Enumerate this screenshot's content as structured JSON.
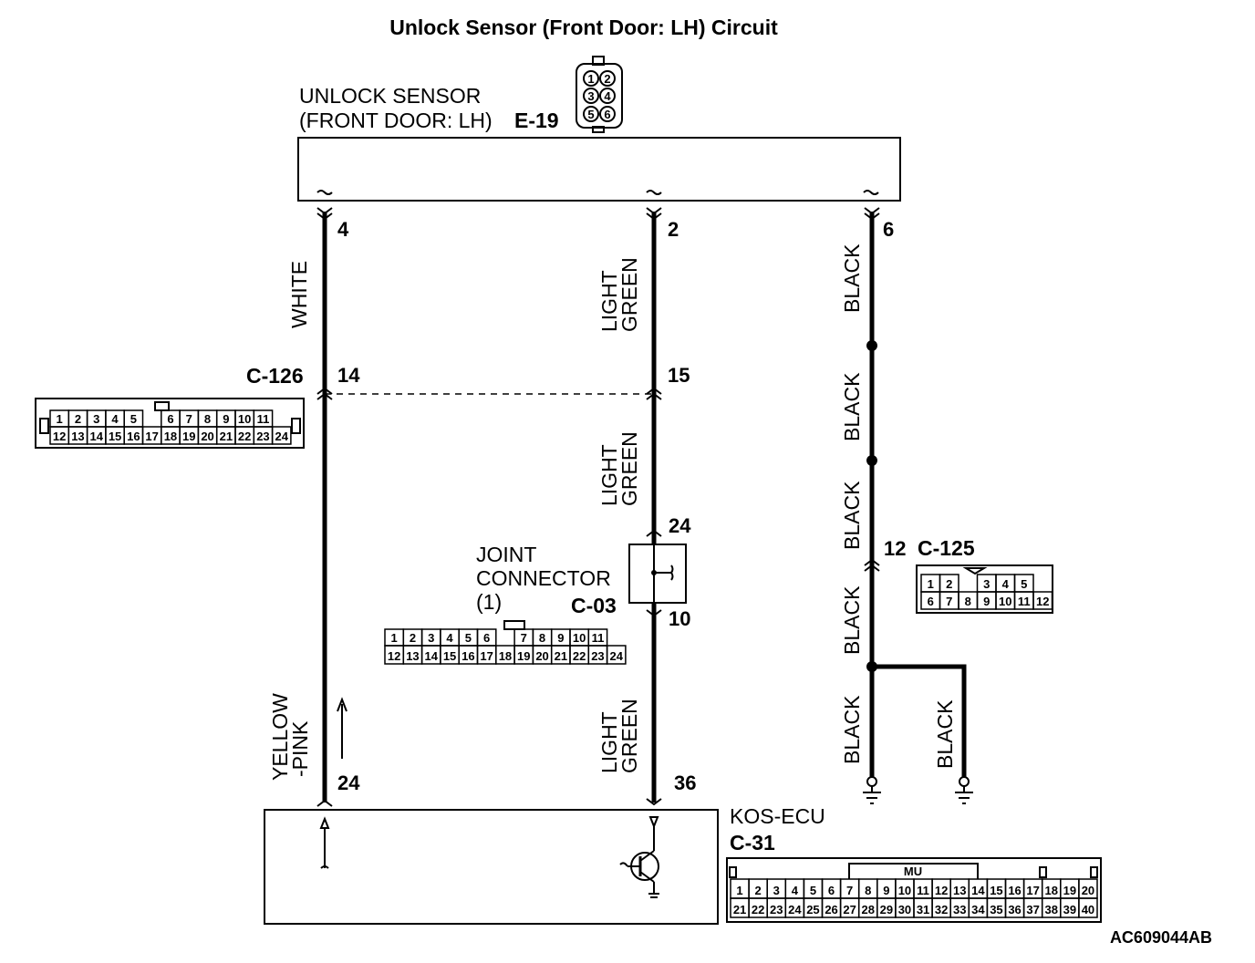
{
  "title": "Unlock Sensor (Front Door: LH) Circuit",
  "sensor": {
    "label_line1": "UNLOCK SENSOR",
    "label_line2": "(FRONT DOOR: LH)",
    "connector_id": "E-19",
    "connector_pins": [
      "1",
      "2",
      "3",
      "4",
      "5",
      "6"
    ]
  },
  "pins": {
    "sensor_white": "4",
    "sensor_green": "2",
    "sensor_black": "6",
    "c126_white": "14",
    "c126_green": "15",
    "joint_in": "24",
    "joint_out": "10",
    "c125_pin": "12",
    "ecu_yellow": "24",
    "ecu_green": "36"
  },
  "wire_colors": {
    "white": "WHITE",
    "light_green_line1": "LIGHT",
    "light_green_line2": "GREEN",
    "black": "BLACK",
    "yellow_line1": "YELLOW",
    "yellow_line2": "-PINK"
  },
  "c126": {
    "id": "C-126",
    "row1": [
      "1",
      "2",
      "3",
      "4",
      "5",
      "",
      "6",
      "7",
      "8",
      "9",
      "10",
      "11"
    ],
    "row2": [
      "12",
      "13",
      "14",
      "15",
      "16",
      "17",
      "18",
      "19",
      "20",
      "21",
      "22",
      "23",
      "24"
    ]
  },
  "joint_connector": {
    "line1": "JOINT",
    "line2": "CONNECTOR",
    "line3": "(1)",
    "id": "C-03",
    "row1": [
      "1",
      "2",
      "3",
      "4",
      "5",
      "6",
      "",
      "7",
      "8",
      "9",
      "10",
      "11"
    ],
    "row2": [
      "12",
      "13",
      "14",
      "15",
      "16",
      "17",
      "18",
      "19",
      "20",
      "21",
      "22",
      "23",
      "24"
    ]
  },
  "c125": {
    "id": "C-125",
    "row1": [
      "1",
      "2",
      "",
      "3",
      "4",
      "5"
    ],
    "row2": [
      "6",
      "7",
      "8",
      "9",
      "10",
      "11",
      "12"
    ]
  },
  "ecu": {
    "label": "KOS-ECU",
    "id": "C-31",
    "tab_label": "MU",
    "row1": [
      "1",
      "2",
      "3",
      "4",
      "5",
      "6",
      "7",
      "8",
      "9",
      "10",
      "11",
      "12",
      "13",
      "14",
      "15",
      "16",
      "17",
      "18",
      "19",
      "20"
    ],
    "row2": [
      "21",
      "22",
      "23",
      "24",
      "25",
      "26",
      "27",
      "28",
      "29",
      "30",
      "31",
      "32",
      "33",
      "34",
      "35",
      "36",
      "37",
      "38",
      "39",
      "40"
    ]
  },
  "reference_code": "AC609044AB"
}
